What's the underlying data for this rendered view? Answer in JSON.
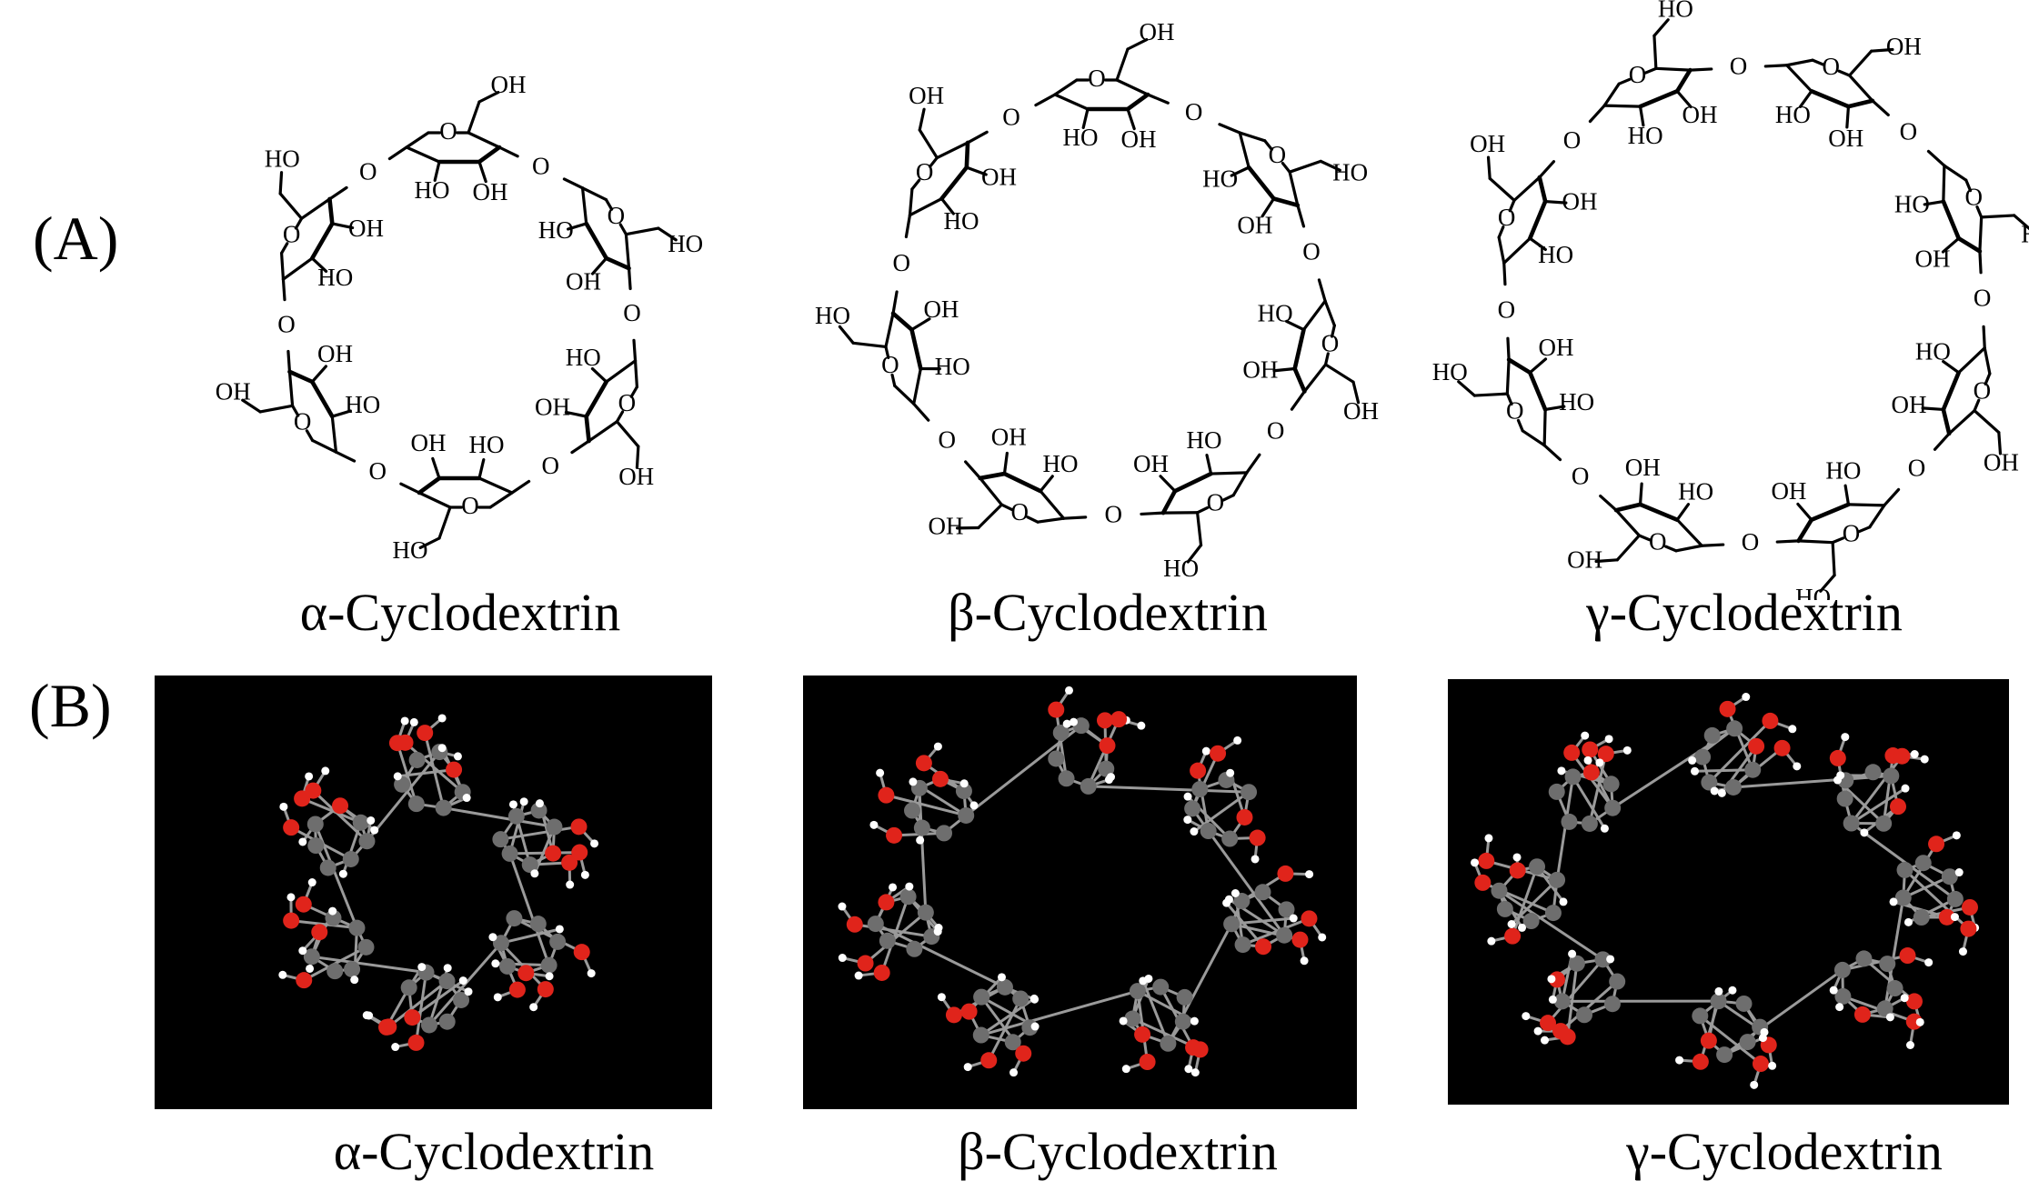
{
  "figure": {
    "panel_a_label": "(A)",
    "panel_b_label": "(B)",
    "colors": {
      "bond": "#000000",
      "model_background": "#000000",
      "carbon": "#6e6e6e",
      "oxygen": "#e0241b",
      "hydrogen": "#ffffff"
    },
    "molecules": [
      {
        "id": "alpha",
        "name": "α-Cyclodextrin",
        "units": 6
      },
      {
        "id": "beta",
        "name": "β-Cyclodextrin",
        "units": 7
      },
      {
        "id": "gamma",
        "name": "γ-Cyclodextrin",
        "units": 8
      }
    ],
    "atom_labels": {
      "hydroxyl": "OH",
      "hydroxyl_reversed": "HO",
      "oxygen": "O"
    }
  }
}
